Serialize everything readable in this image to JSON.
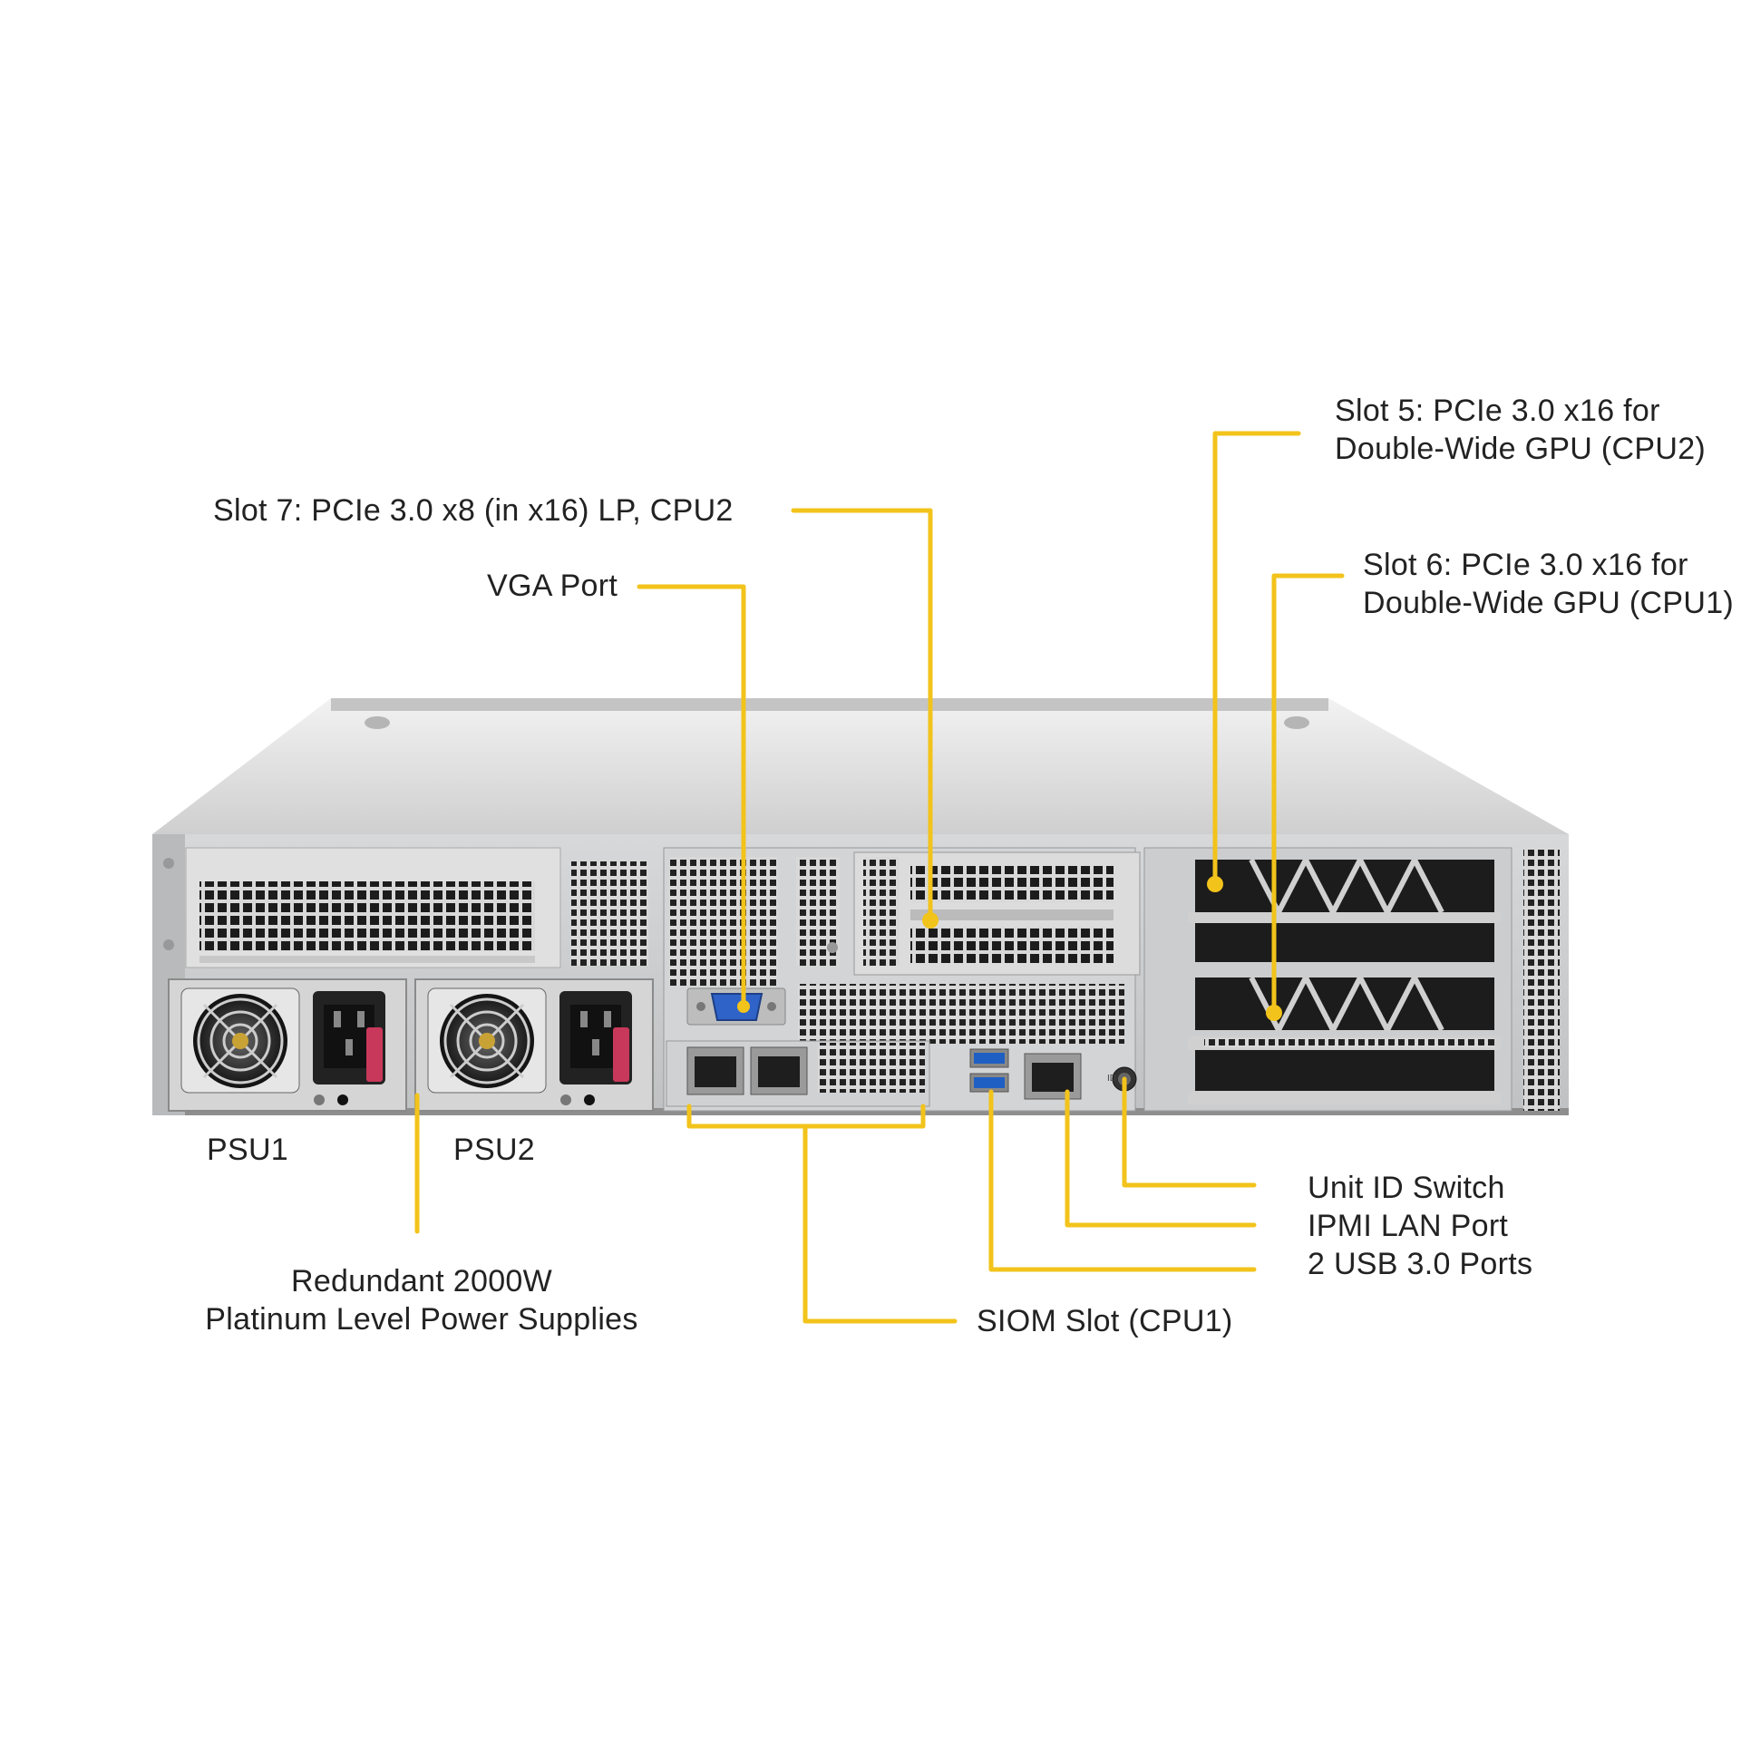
{
  "colors": {
    "callout": "#F2C31B",
    "label_text": "#222222",
    "chassis_top": "#d9d9d9",
    "chassis_face": "#c9cbcd",
    "vent_dark": "#1c1c1c",
    "vga_blue": "#2f63c8",
    "usb_blue": "#1f5fc4",
    "psu_latch": "#c8385a"
  },
  "icons": [
    "psu-fan-icon",
    "power-inlet-icon",
    "vga-port-icon",
    "rj45-port-icon",
    "usb-port-icon",
    "uid-button-icon"
  ],
  "labels": {
    "slot5": [
      "Slot 5: PCIe 3.0 x16 for",
      "Double-Wide GPU (CPU2)"
    ],
    "slot6": [
      "Slot 6: PCIe 3.0 x16 for",
      "Double-Wide GPU (CPU1)"
    ],
    "slot7": "Slot 7: PCIe 3.0 x8 (in x16) LP, CPU2",
    "vga": "VGA Port",
    "psu1": "PSU1",
    "psu2": "PSU2",
    "power": [
      "Redundant 2000W",
      "Platinum Level Power Supplies"
    ],
    "siom": "SIOM Slot (CPU1)",
    "uid": "Unit ID Switch",
    "ipmi": "IPMI LAN Port",
    "usb": "2 USB 3.0 Ports"
  }
}
